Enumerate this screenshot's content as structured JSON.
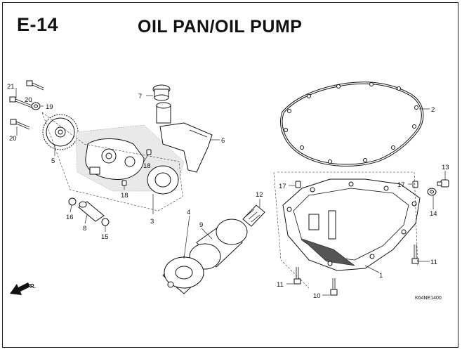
{
  "header": {
    "section_code": "E-14",
    "title": "OIL PAN/OIL PUMP"
  },
  "callouts": {
    "c21": "21",
    "c20a": "20",
    "c19": "19",
    "c20b": "20",
    "c5": "5",
    "c7": "7",
    "c6": "6",
    "c2": "2",
    "c18a": "18",
    "c18b": "18",
    "c16": "16",
    "c8": "8",
    "c15": "15",
    "c3": "3",
    "c4": "4",
    "c9": "9",
    "c12": "12",
    "c17a": "17",
    "c17b": "17",
    "c13": "13",
    "c14": "14",
    "c11a": "11",
    "c11b": "11",
    "c10": "10",
    "c1": "1"
  },
  "direction_marker": "FR.",
  "reference_code": "K64NE1400",
  "icons": {
    "front_arrow": "front-direction-arrow-icon"
  }
}
